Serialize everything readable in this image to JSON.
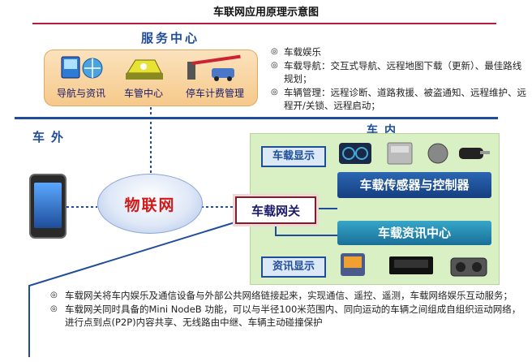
{
  "title": "车联网应用原理示意图",
  "service_center": {
    "title": "服务中心",
    "items": [
      {
        "label": "导航与资讯",
        "icon": "navigation-info-icon"
      },
      {
        "label": "车管中心",
        "icon": "vehicle-management-icon"
      },
      {
        "label": "停车计费管理",
        "icon": "parking-billing-icon"
      }
    ]
  },
  "service_bullets": [
    "车载娱乐",
    "车载导航：交互式导航、远程地图下载（更新）、最佳路线规划；",
    "车辆管理：远程诊断、道路救援、被盗通知、远程维护、远程开/关锁、远程启动；"
  ],
  "outside_label": "车外",
  "inside_label": "车内",
  "iot_label": "物联网",
  "gateway_label": "车载网关",
  "in_vehicle": {
    "display_label": "车载显示",
    "sensor_label": "车载传感器与控制器",
    "info_center_label": "车载资讯中心",
    "info_display_label": "资讯显示"
  },
  "bottom_notes": [
    "车载网关将车内娱乐及通信设备与外部公共网络链接起来，实现通信、遥控、遥测，车载网络娱乐互动服务；",
    "车载网关同时具备的Mini NodeB 功能，可以与半径100米范围内、同向运动的车辆之间组成自组织运动网络，进行点到点(P2P)内容共享、无线路由中继、车辆主动碰撞保护"
  ],
  "colors": {
    "accent_blue": "#1f4d9a",
    "iot_red": "#d11a1a",
    "divider_red": "#b0203a",
    "in_vehicle_bg": "#d9efc4"
  }
}
